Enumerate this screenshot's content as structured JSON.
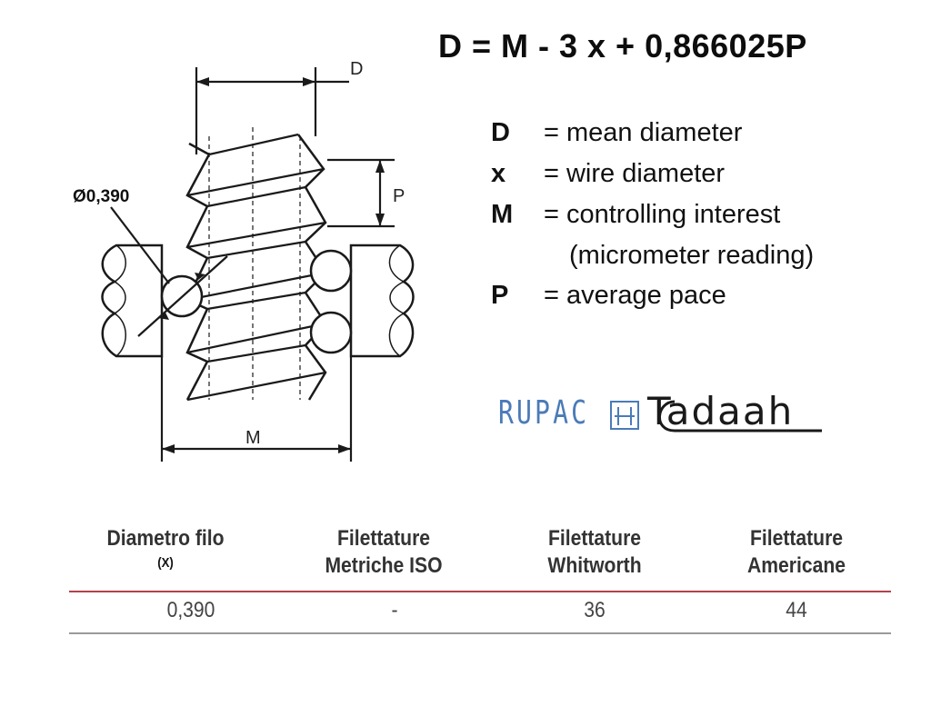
{
  "formula": "D = M - 3 x + 0,866025P",
  "legend": [
    {
      "symbol": "D",
      "definition": "= mean diameter"
    },
    {
      "symbol": "x",
      "definition": "= wire diameter"
    },
    {
      "symbol": "M",
      "definition": "= controlling interest"
    },
    {
      "symbol": "",
      "definition": "(micrometer reading)"
    },
    {
      "symbol": "P",
      "definition": "= average pace"
    }
  ],
  "diagram_labels": {
    "top_dimension": "D",
    "pitch_dimension": "P",
    "bottom_dimension": "M",
    "wire_callout": "Ø0,390"
  },
  "logos": {
    "rupac": "RUPAC",
    "tadaah": "Tadaah"
  },
  "table": {
    "headers": [
      {
        "line1": "Diametro filo",
        "line2": "(X)"
      },
      {
        "line1": "Filettature",
        "line2": "Metriche ISO"
      },
      {
        "line1": "Filettature",
        "line2": "Whitworth"
      },
      {
        "line1": "Filettature",
        "line2": "Americane"
      }
    ],
    "rows": [
      [
        "0,390",
        "-",
        "36",
        "44"
      ]
    ]
  },
  "colors": {
    "header_rule": "#b3424a",
    "row_rule": "#9a9a9a",
    "rupac_blue": "#4a7bb8"
  }
}
